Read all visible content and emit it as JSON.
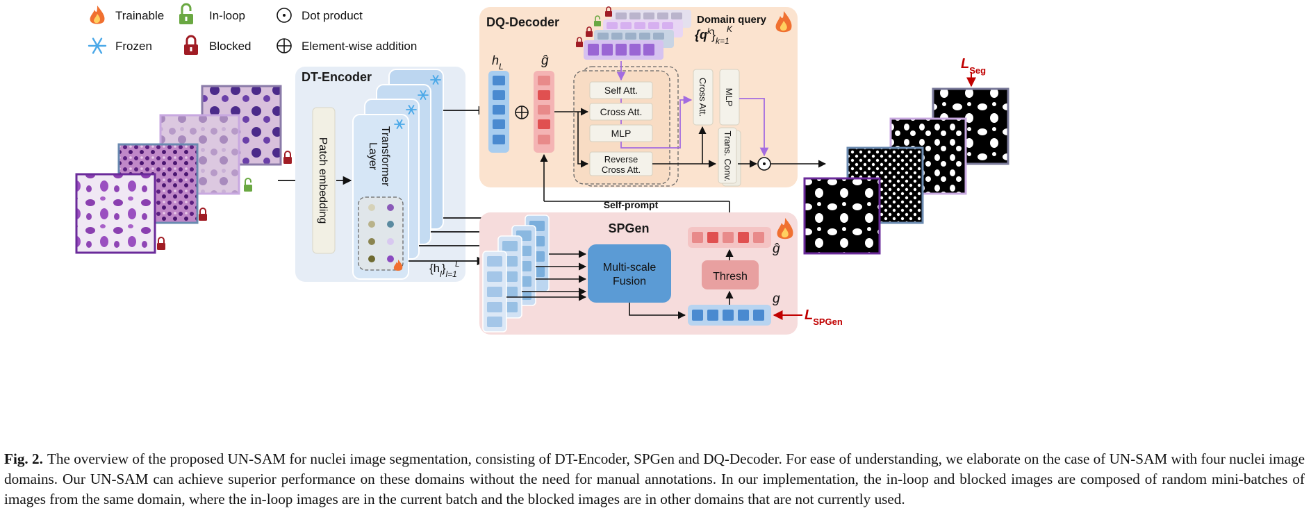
{
  "legend": {
    "trainable": "Trainable",
    "in_loop": "In-loop",
    "dot_product": "Dot product",
    "frozen": "Frozen",
    "blocked": "Blocked",
    "elementwise_addition": "Element-wise addition"
  },
  "encoder": {
    "title": "DT-Encoder",
    "patch_embedding": "Patch embedding",
    "transformer_layer_1": "Transformer",
    "transformer_layer_2": "Layer",
    "hidden_states_base": "{h",
    "hidden_states_sub": "l",
    "hidden_states_mid": "}",
    "hidden_states_lower": "l=1",
    "hidden_states_upper": "L"
  },
  "decoder": {
    "title": "DQ-Decoder",
    "domain_query": "Domain query",
    "domain_query_base": "{q",
    "domain_query_sup": "k",
    "domain_query_mid": "}",
    "domain_query_lower": "k=1",
    "domain_query_upper": "K",
    "h_base": "h",
    "h_sub": "L",
    "g_hat": "ĝ",
    "self_att": "Self Att.",
    "cross_att": "Cross Att.",
    "mlp": "MLP",
    "reverse_cross_att_1": "Reverse",
    "reverse_cross_att_2": "Cross Att.",
    "cross_att_vertical": "Cross Att.",
    "mlp_vertical": "MLP",
    "trans_conv_vertical": "Trans. Conv."
  },
  "spgen": {
    "title": "SPGen",
    "fusion_1": "Multi-scale",
    "fusion_2": "Fusion",
    "thresh": "Thresh",
    "g_hat": "ĝ",
    "g": "g"
  },
  "self_prompt": "Self-prompt",
  "losses": {
    "seg_base": "L",
    "seg_sub": "Seg",
    "spgen_base": "L",
    "spgen_sub": "SPGen"
  },
  "caption": {
    "label": "Fig. 2.",
    "text": "The overview of the proposed UN-SAM for nuclei image segmentation, consisting of DT-Encoder, SPGen and DQ-Decoder. For ease of understanding, we elaborate on the case of UN-SAM with four nuclei image domains. Our UN-SAM can achieve superior performance on these domains without the need for manual annotations. In our implementation, the in-loop and blocked images are composed of random mini-batches of images from the same domain, where the in-loop images are in the current batch and the blocked images are in other domains that are not currently used."
  },
  "colors": {
    "decoder_bg": "#fbe3cf",
    "spgen_bg": "#f6dcdc",
    "encoder_bg": "#e6edf6",
    "blue_block": "#5b9bd5",
    "red_block": "#e06060",
    "loss_red": "#c00000",
    "purple_arrow": "#a36be0"
  }
}
